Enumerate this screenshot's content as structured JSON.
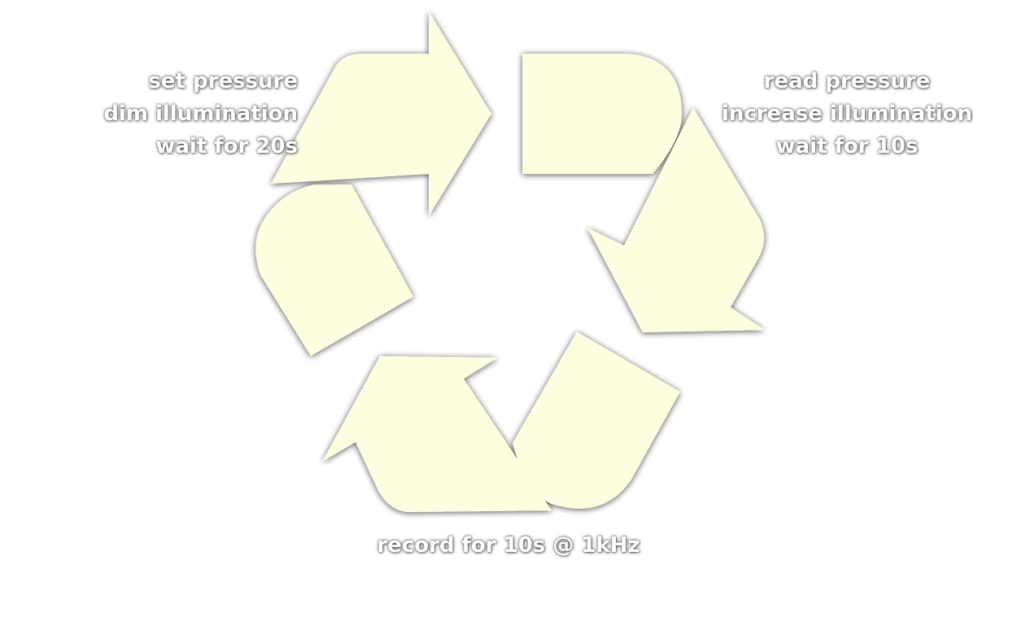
{
  "colors": {
    "shape_fill": "#fdfde0",
    "label_text": "#ffffff",
    "shadow": "#555555"
  },
  "steps": [
    {
      "lines": [
        "set pressure",
        "dim illumination",
        "wait for 20s"
      ]
    },
    {
      "lines": [
        "read pressure",
        "increase illumination",
        "wait for 10s"
      ]
    },
    {
      "lines": [
        "record for 10s @ 1kHz"
      ]
    }
  ]
}
